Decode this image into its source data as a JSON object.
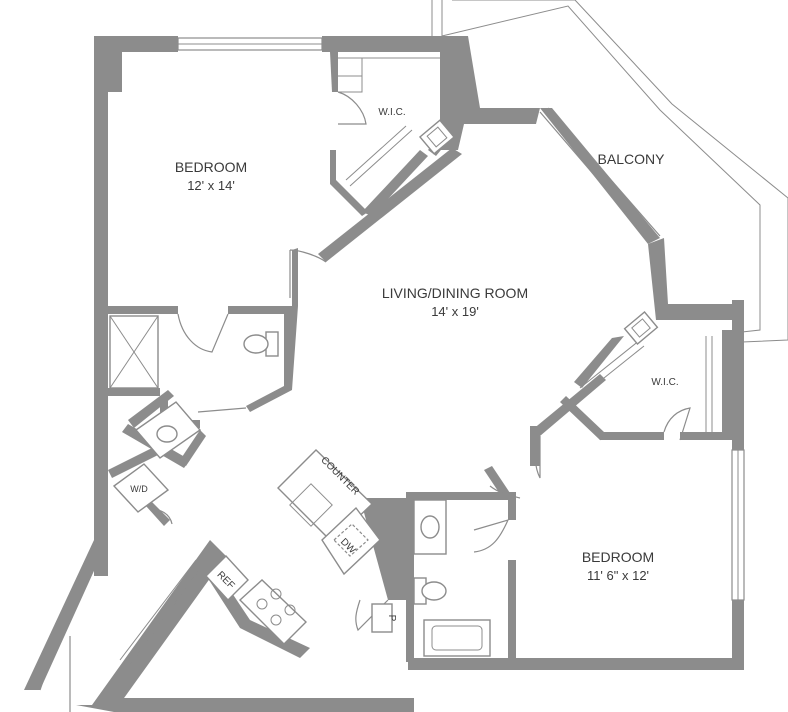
{
  "rooms": {
    "bedroom_1": {
      "name": "BEDROOM",
      "size": "12' x 14'"
    },
    "living": {
      "name": "LIVING/DINING ROOM",
      "size": "14' x 19'"
    },
    "balcony": {
      "name": "BALCONY"
    },
    "bedroom_2": {
      "name": "BEDROOM",
      "size": "11' 6\" x 12'"
    }
  },
  "fixtures": {
    "wic_1": "W.I.C.",
    "wic_2": "W.I.C.",
    "washer_dryer": "W/D",
    "counter": "COUNTER",
    "dishwasher": "DW",
    "refrigerator": "REF",
    "pantry": "P"
  }
}
